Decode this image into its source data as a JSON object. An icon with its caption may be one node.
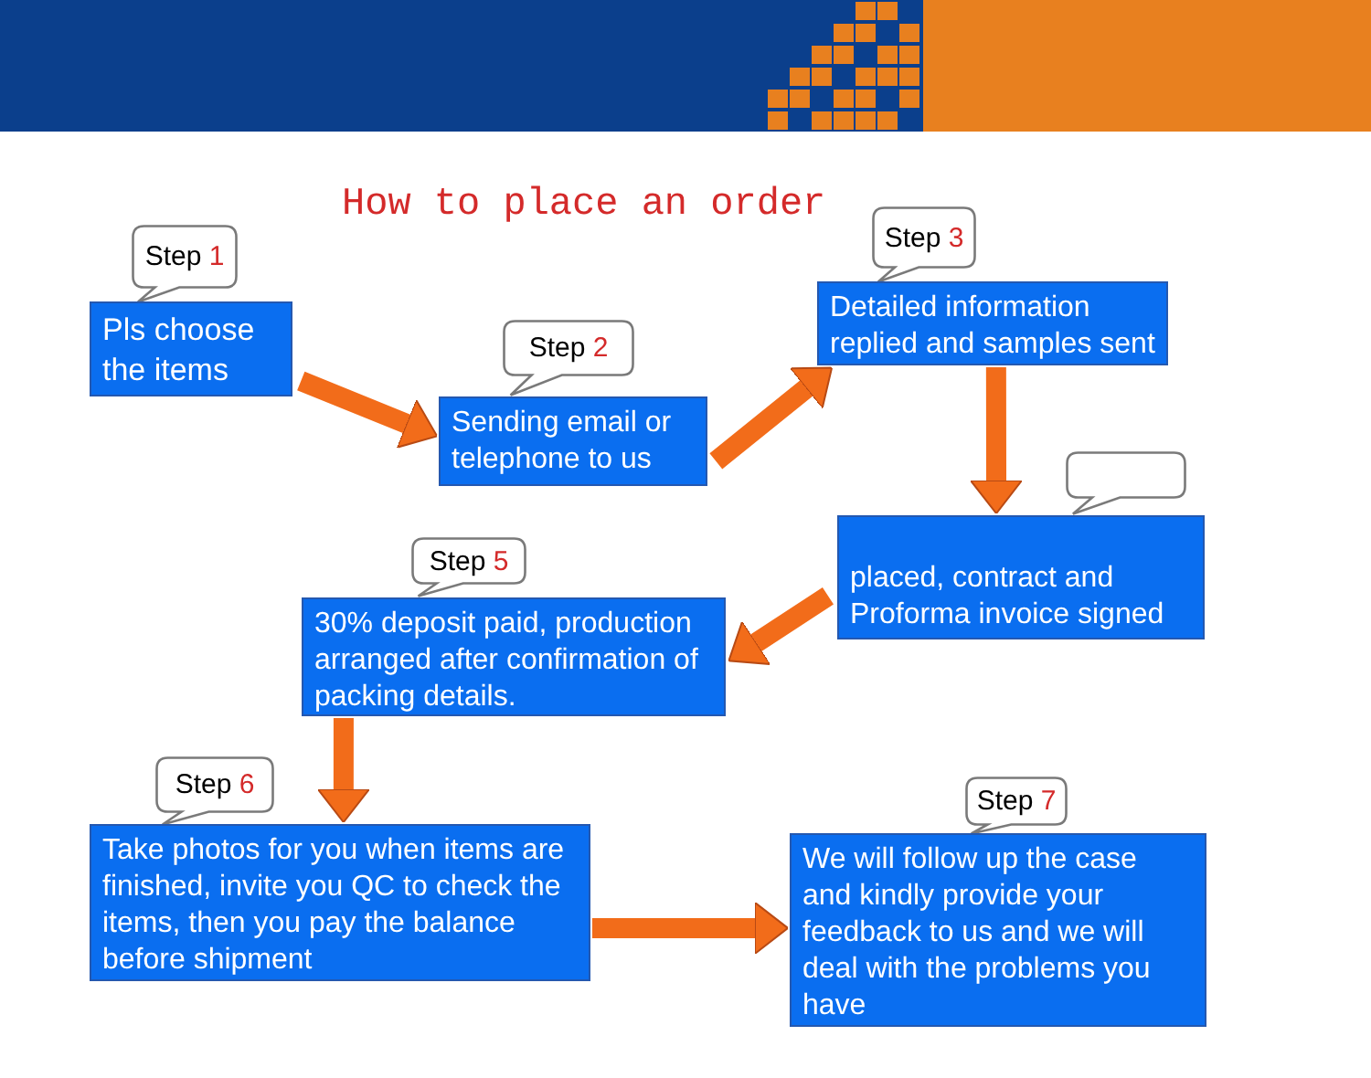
{
  "diagram": {
    "title": "How to place an order",
    "nodes": [
      {
        "text": [
          "Step 1"
        ]
      },
      {
        "text": [
          "Pls choose the items"
        ]
      },
      {
        "text": [
          "Step 2"
        ]
      },
      {
        "text": [
          "Sending email or telephone to us"
        ]
      },
      {
        "text": [
          "Step 3"
        ]
      },
      {
        "text": [
          "Detailed information replied and samples sent"
        ]
      },
      {
        "text": [],
        "shape": "callout"
      },
      {
        "text": [
          "placed, contract and Proforma invoice signed"
        ]
      },
      {
        "text": [
          "Step 5"
        ]
      },
      {
        "text": [
          "30% deposit paid, production arranged after confirmation of packing details."
        ]
      },
      {
        "text": [
          "Step 6"
        ]
      },
      {
        "text": [
          "Take photos for you when items are finished, invite you QC to check the items, then you pay the balance before shipment"
        ]
      },
      {
        "text": [
          "Step 7"
        ]
      },
      {
        "text": [
          "We will follow up the case and kindly provide your feedback to us and we will deal with the problems you have"
        ]
      }
    ],
    "edges": [
      {
        "from": 1,
        "to": 3,
        "arrow": "to"
      },
      {
        "from": 3,
        "to": 5,
        "arrow": "to"
      },
      {
        "from": 5,
        "to": 7,
        "arrow": "to"
      },
      {
        "from": 7,
        "to": 9,
        "arrow": "to"
      },
      {
        "from": 9,
        "to": 11,
        "arrow": "to"
      },
      {
        "from": 11,
        "to": 13,
        "arrow": "to"
      }
    ]
  }
}
